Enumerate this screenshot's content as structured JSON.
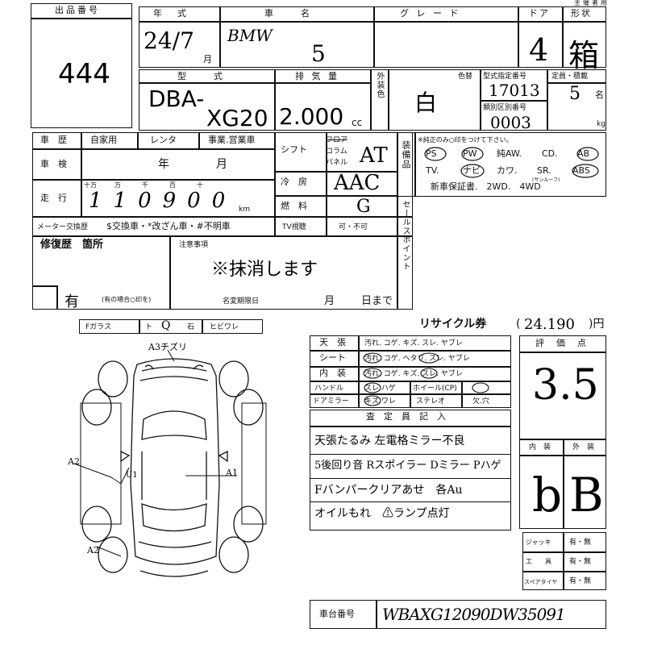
{
  "header": {
    "lot_label": "出品番号",
    "lot_number": "444",
    "top_right": "主催者用",
    "year_label": "年　式",
    "make_label": "車　　名",
    "grade_label": "グ レ ー ド",
    "door_label": "ドア",
    "shape_label": "形状",
    "year_value": "24/7",
    "month_unit": "月",
    "make_value": "BMW",
    "model_value": "5",
    "doors_value": "4",
    "shape_value": "箱"
  },
  "specs": {
    "type_label": "型　　式",
    "disp_label": "排 気 量",
    "exterior_color_label": "外装色",
    "color_label": "色替",
    "model_designation_label": "型式指定番号",
    "classification_label": "類別区別番号",
    "capacity_label": "定員・積載",
    "type_value_1": "DBA-",
    "type_value_2": "XG20",
    "disp_value": "2.000",
    "disp_unit": "cc",
    "color_value": "白",
    "model_designation_value": "17013",
    "classification_value": "0003",
    "capacity_value": "5",
    "capacity_unit": "名",
    "load_unit": "kg"
  },
  "history": {
    "history_label": "車　歴",
    "private_label": "自家用",
    "rental_label": "レンタ",
    "business_label": "事業.営業車",
    "inspection_label": "車　検",
    "inspection_year": "年",
    "inspection_month": "月",
    "mileage_label": "走　行",
    "mileage_units": [
      "十万",
      "万",
      "千",
      "百",
      "十",
      "km"
    ],
    "mileage_value": "110900",
    "mileage_unit": "km",
    "meter_label": "メーター交換歴",
    "meter_options": "$交換車・*改ざん車・#不明車",
    "repair_label": "修復歴　箇所",
    "repair_value": "有",
    "repair_note": "(有の場合○印を)",
    "notes_label": "注意事項",
    "notes_value": "※抹消します",
    "rename_label": "名変期限日",
    "rename_month": "月",
    "rename_day": "日まで"
  },
  "drive": {
    "shift_label": "シフト",
    "shift_options": [
      "フロア",
      "コラム",
      "パネル"
    ],
    "shift_value": "AT",
    "ac_label": "冷　房",
    "ac_value": "AAC",
    "fuel_label": "燃　料",
    "fuel_value": "G",
    "tv_label": "TV視聴",
    "tv_options": "可・不可"
  },
  "equipment": {
    "label": "装備品",
    "note": "※純正のみ○印をつけて下さい。",
    "row1": [
      "PS",
      "PW",
      "純AW.",
      "CD.",
      "AB"
    ],
    "row2": [
      "TV.",
      "ナビ",
      "カワ.",
      "SR.",
      "ABS"
    ],
    "sr_sub": "(サンルーフ)",
    "row3": "新車保証書.　2WD.　4WD"
  },
  "sales_point_label": "セールスポイント",
  "glass": {
    "label": "Fガラス",
    "options": [
      "ト",
      "石",
      "ヒビワレ"
    ],
    "mark": "Q"
  },
  "recycle": {
    "label": "リサイクル券",
    "value": "24.190",
    "unit": ")円",
    "open": "("
  },
  "interior_check": [
    {
      "label": "天　張",
      "items": "汚れ. コゲ. キズ. スレ. ヤブレ"
    },
    {
      "label": "シート",
      "items": "汚れ. コゲ. ヘタリ. スレ. ヤブレ"
    },
    {
      "label": "内　装",
      "items": "汚れ. コゲ. キズ. スレ. ヤブレ"
    }
  ],
  "misc_check": {
    "handle_label": "ハンドル",
    "handle_items": "スレ.ハゲ",
    "wheel_label": "ホイール(CP)",
    "door_mirror_label": "ドアミラー",
    "door_mirror_items": "キズ.ワレ",
    "stereo_label": "ステレオ",
    "stereo_items": "欠.穴"
  },
  "inspector": {
    "label": "査　定　員　記　入",
    "lines": [
      "天張たるみ 左電格ミラー不良",
      "5後回り音 Rスポイラー Dミラー Pハゲ",
      "Fバンパークリアあせ　各Au",
      "オイルもれ　⚠ランプ点灯"
    ]
  },
  "score": {
    "label": "評　価　点",
    "value": "3.5",
    "interior_label": "内　装",
    "exterior_label": "外　装",
    "interior_value": "b",
    "exterior_value": "B"
  },
  "tools": [
    {
      "label": "ジャッキ",
      "value": "有・無"
    },
    {
      "label": "工　　具",
      "value": "有・無"
    },
    {
      "label": "スペアタイヤ",
      "value": "有・無"
    }
  ],
  "vin": {
    "label": "車台番号",
    "value": "WBAXG12090DW35091"
  },
  "diagram_marks": {
    "top": "A3チズリ",
    "left": "A2",
    "left_bottom": "A2",
    "right": "A1",
    "inner": "U1"
  }
}
